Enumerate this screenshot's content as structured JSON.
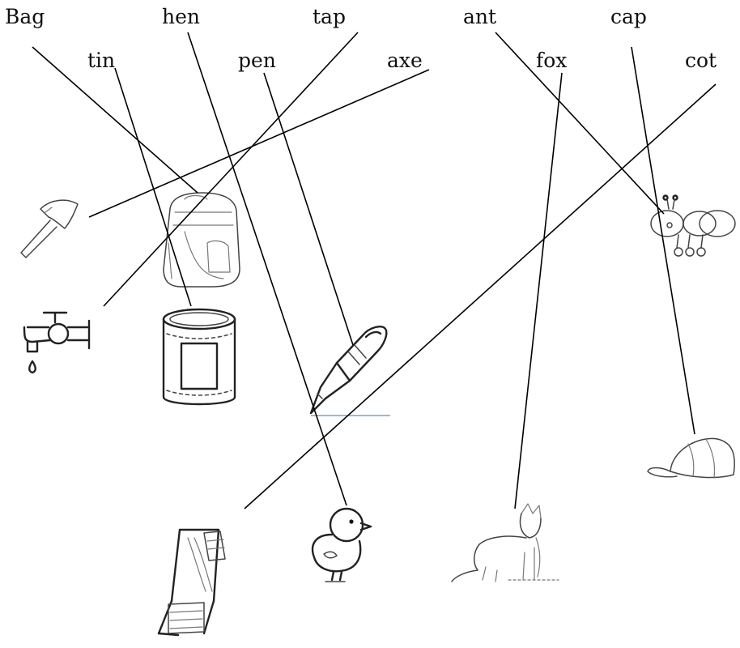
{
  "words_top_row": [
    {
      "id": "bag",
      "label": "Bag"
    },
    {
      "id": "hen",
      "label": "hen"
    },
    {
      "id": "tap",
      "label": "tap"
    },
    {
      "id": "ant",
      "label": "ant"
    },
    {
      "id": "cap",
      "label": "cap"
    }
  ],
  "words_second_row": [
    {
      "id": "tin",
      "label": "tin"
    },
    {
      "id": "pen",
      "label": "pen"
    },
    {
      "id": "axe",
      "label": "axe"
    },
    {
      "id": "fox",
      "label": "fox"
    },
    {
      "id": "cot",
      "label": "cot"
    }
  ],
  "pictures": [
    {
      "id": "axe",
      "icon": "axe-icon"
    },
    {
      "id": "bag",
      "icon": "backpack-icon"
    },
    {
      "id": "ant",
      "icon": "ant-icon"
    },
    {
      "id": "tap",
      "icon": "tap-icon"
    },
    {
      "id": "tin",
      "icon": "tin-can-icon"
    },
    {
      "id": "pen",
      "icon": "fountain-pen-icon"
    },
    {
      "id": "cap",
      "icon": "cap-icon"
    },
    {
      "id": "cot",
      "icon": "cot-icon"
    },
    {
      "id": "hen",
      "icon": "chick-icon"
    },
    {
      "id": "fox",
      "icon": "fox-icon"
    }
  ],
  "matches": [
    {
      "word": "Bag",
      "picture": "bag"
    },
    {
      "word": "hen",
      "picture": "hen"
    },
    {
      "word": "tap",
      "picture": "tap"
    },
    {
      "word": "ant",
      "picture": "ant"
    },
    {
      "word": "cap",
      "picture": "cap"
    },
    {
      "word": "tin",
      "picture": "tin"
    },
    {
      "word": "pen",
      "picture": "pen"
    },
    {
      "word": "axe",
      "picture": "axe"
    },
    {
      "word": "fox",
      "picture": "fox"
    },
    {
      "word": "cot",
      "picture": "cot"
    }
  ]
}
